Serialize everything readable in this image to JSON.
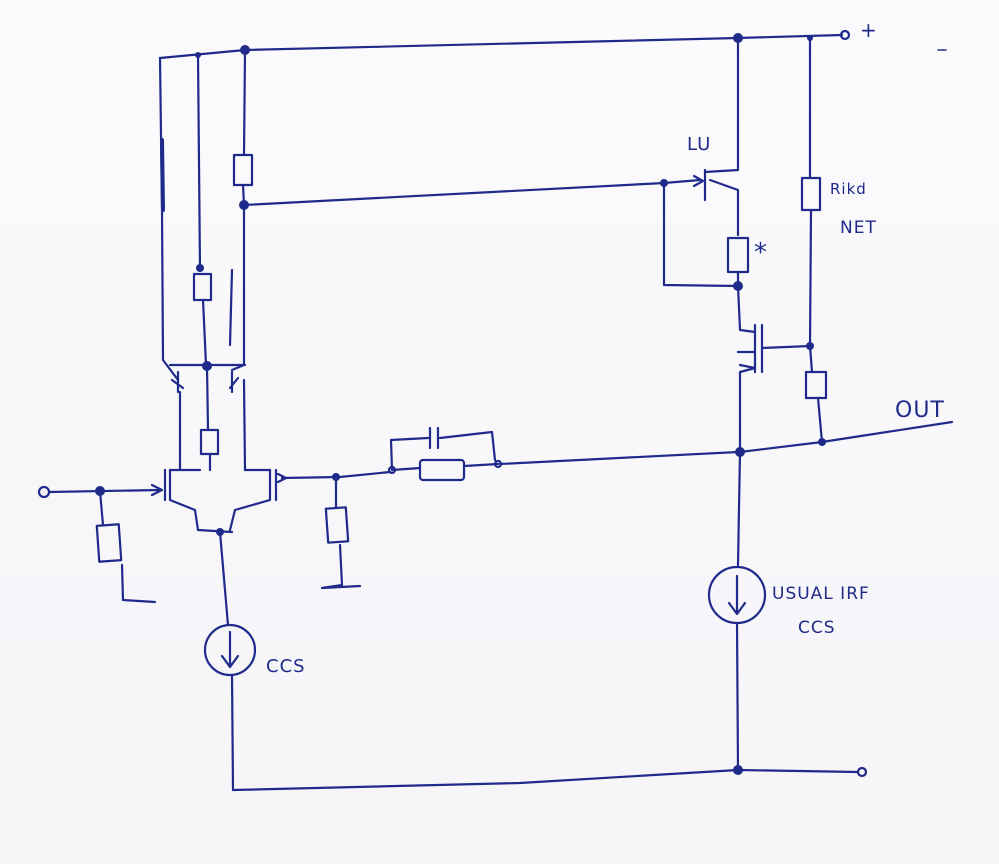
{
  "labels": {
    "plus": "+",
    "lu": "LU",
    "rikd": "Rikd",
    "net": "NET",
    "star": "*",
    "out": "OUT",
    "usual_irf": "USUAL IRF",
    "ccs_right": "CCS",
    "ccs_left": "CCS"
  },
  "colors": {
    "ink": "#1f2a8a",
    "paper": "#f7f7fa"
  }
}
